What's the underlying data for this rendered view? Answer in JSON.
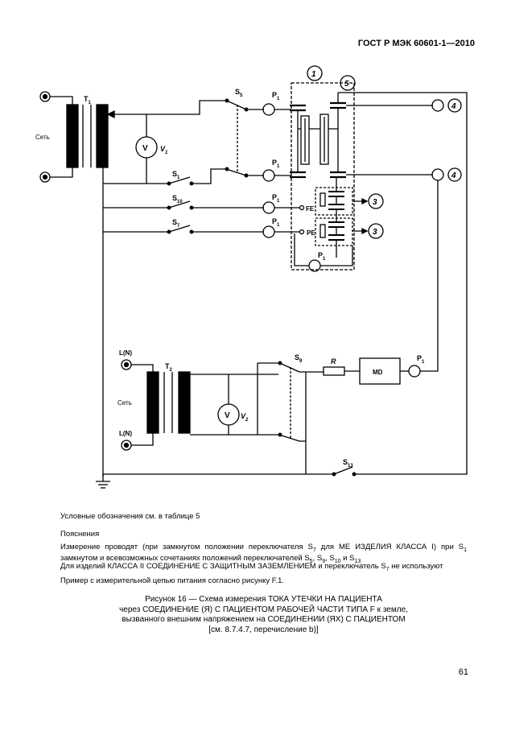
{
  "header": {
    "standard": "ГОСТ Р МЭК 60601-1—2010"
  },
  "diagram": {
    "labels": {
      "mains1": "Сеть",
      "mains2": "Сеть",
      "ln_top": "L(N)",
      "ln_bottom": "L(N)",
      "t1": "T",
      "t1_sub": "1",
      "t2": "T",
      "t2_sub": "2",
      "v1": "V",
      "v1_sub": "1",
      "v2": "V",
      "v2_sub": "2",
      "v_symbol": "V",
      "s5": "S",
      "s5_sub": "5",
      "s1": "S",
      "s1_sub": "1",
      "s10": "S",
      "s10_sub": "10",
      "s7": "S",
      "s7_sub": "7",
      "s9": "S",
      "s9_sub": "9",
      "s13": "S",
      "s13_sub": "13",
      "p1": "P",
      "p1_sub": "1",
      "fe": "FE",
      "pe": "PE",
      "r": "R",
      "md": "MD",
      "circ1": "1",
      "circ3": "3",
      "circ4": "4",
      "circ5": "5"
    }
  },
  "notes": {
    "legend": "Условные обозначения см. в таблице 5",
    "explanations_title": "Пояснения",
    "para1_a": "Измерение проводят (при замкнутом положении переключателя S",
    "para1_a_sub": "7",
    "para1_b": " для МЕ ИЗДЕЛИЯ КЛАССА I) при S",
    "para1_b_sub": "1",
    "para1_c": " замкнутом и всевозможных сочетаниях положений переключателей S",
    "para1_c_sub": "5",
    "para1_d": ", S",
    "para1_d_sub": "9",
    "para1_e": ", S",
    "para1_e_sub": "10",
    "para1_f": " и S",
    "para1_f_sub": "13",
    "para2_a": "Для изделий КЛАССА II СОЕДИНЕНИЕ С ЗАЩИТНЫМ ЗАЗЕМЛЕНИЕМ и переключатель S",
    "para2_a_sub": "7",
    "para2_b": " не используют",
    "para3": "Пример с измерительной цепью питания согласно рисунку F.1."
  },
  "caption": {
    "line1": "Рисунок 16 — Схема измерения ТОКА УТЕЧКИ НА ПАЦИЕНТА",
    "line2": "через СОЕДИНЕНИЕ (Я) С ПАЦИЕНТОМ РАБОЧЕЙ ЧАСТИ ТИПА F к земле,",
    "line3": "вызванного внешним напряжением на СОЕДИНЕНИИ (ЯХ) С ПАЦИЕНТОМ",
    "line4": "[см. 8.7.4.7, перечисление b)]"
  },
  "page_number": "61"
}
